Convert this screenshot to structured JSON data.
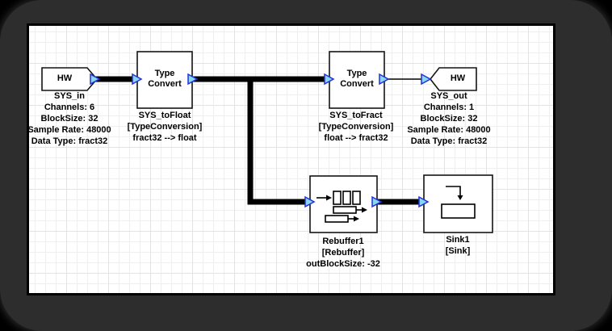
{
  "blocks": {
    "sys_in": {
      "title": "HW",
      "lines": [
        "SYS_in",
        "Channels: 6",
        "BlockSize: 32",
        "Sample Rate: 48000",
        "Data Type: fract32"
      ]
    },
    "sys_to_float": {
      "title_lines": [
        "Type",
        "Convert"
      ],
      "lines": [
        "SYS_toFloat",
        "[TypeConversion]",
        "fract32 --> float"
      ]
    },
    "sys_to_fract": {
      "title_lines": [
        "Type",
        "Convert"
      ],
      "lines": [
        "SYS_toFract",
        "[TypeConversion]",
        "float --> fract32"
      ]
    },
    "sys_out": {
      "title": "HW",
      "lines": [
        "SYS_out",
        "Channels: 1",
        "BlockSize: 32",
        "Sample Rate: 48000",
        "Data Type: fract32"
      ]
    },
    "rebuffer": {
      "lines": [
        "Rebuffer1",
        "[Rebuffer]",
        "outBlockSize: -32"
      ]
    },
    "sink": {
      "lines": [
        "Sink1",
        "[Sink]"
      ]
    }
  },
  "colors": {
    "wire": "#000000",
    "block-fill": "#ffffff",
    "block-stroke": "#141414",
    "port-fill": "#86d7ef",
    "port-stroke": "#2430d8",
    "grid-minor": "#efefef",
    "grid-major": "#e3e3e3",
    "canvas-bg": "#ffffff",
    "frame": "#2d2d2d",
    "background": "#000000",
    "text": "#000000"
  }
}
